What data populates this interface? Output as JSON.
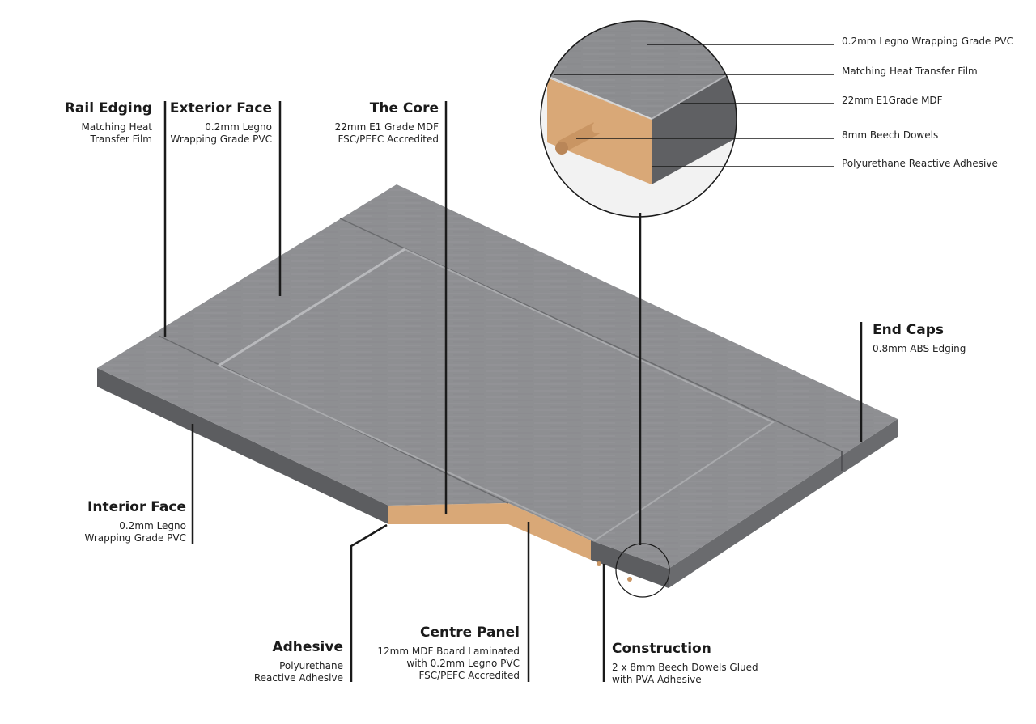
{
  "labels": {
    "rail_edging": {
      "title": "Rail Edging",
      "desc1": "Matching Heat",
      "desc2": "Transfer Film"
    },
    "exterior_face": {
      "title": "Exterior Face",
      "desc1": "0.2mm Legno",
      "desc2": "Wrapping Grade PVC"
    },
    "the_core": {
      "title": "The Core",
      "desc1": "22mm E1 Grade MDF",
      "desc2": "FSC/PEFC Accredited"
    },
    "end_caps": {
      "title": "End Caps",
      "desc1": "0.8mm ABS Edging"
    },
    "interior_face": {
      "title": "Interior Face",
      "desc1": "0.2mm Legno",
      "desc2": "Wrapping Grade PVC"
    },
    "adhesive": {
      "title": "Adhesive",
      "desc1": "Polyurethane",
      "desc2": "Reactive Adhesive"
    },
    "centre_panel": {
      "title": "Centre Panel",
      "desc1": "12mm MDF Board Laminated",
      "desc2": "with 0.2mm Legno PVC",
      "desc3": "FSC/PEFC Accredited"
    },
    "construction": {
      "title": "Construction",
      "desc1": "2 x 8mm Beech Dowels Glued",
      "desc2": "with PVA Adhesive"
    }
  },
  "zoom_callouts": [
    "0.2mm Legno Wrapping Grade PVC",
    "Matching Heat Transfer Film",
    "22mm E1Grade MDF",
    "8mm Beech Dowels",
    "Polyurethane Reactive Adhesive"
  ],
  "colors": {
    "panel_top": "#8e8f92",
    "panel_edge": "#5c5d60",
    "mdf": "#d9a877",
    "dowel": "#c99563",
    "line": "#1a1a1a"
  }
}
